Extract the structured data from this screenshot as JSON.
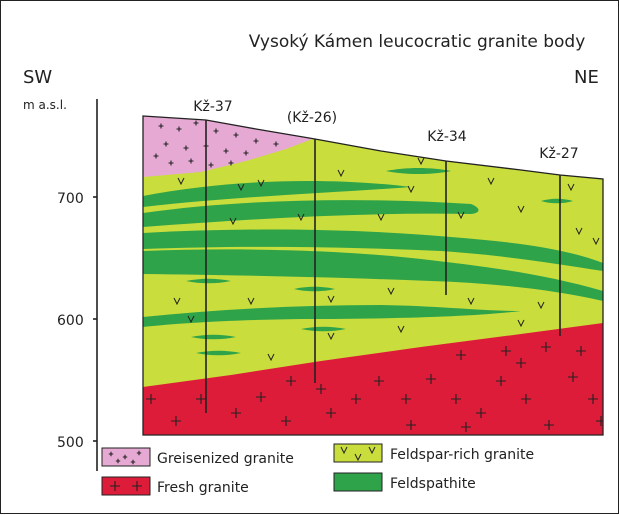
{
  "title": "Vysoký Kámen leucocratic granite body",
  "orientation": {
    "left": "SW",
    "right": "NE"
  },
  "axis": {
    "label": "m a.s.l.",
    "ticks": [
      "700",
      "600",
      "500"
    ]
  },
  "wells": [
    "Kž-37",
    "(Kž-26)",
    "Kž-34",
    "Kž-27"
  ],
  "legend": {
    "greisenized": "Greisenized granite",
    "fresh": "Fresh granite",
    "feldspar_rich": "Feldspar-rich granite",
    "feldspathite": "Feldspathite"
  },
  "colors": {
    "greisenized": "#e6a9d3",
    "fresh": "#dd1c3a",
    "feldspar_rich": "#c9dd3c",
    "feldspathite": "#2fa34a",
    "lines": "#222222"
  }
}
